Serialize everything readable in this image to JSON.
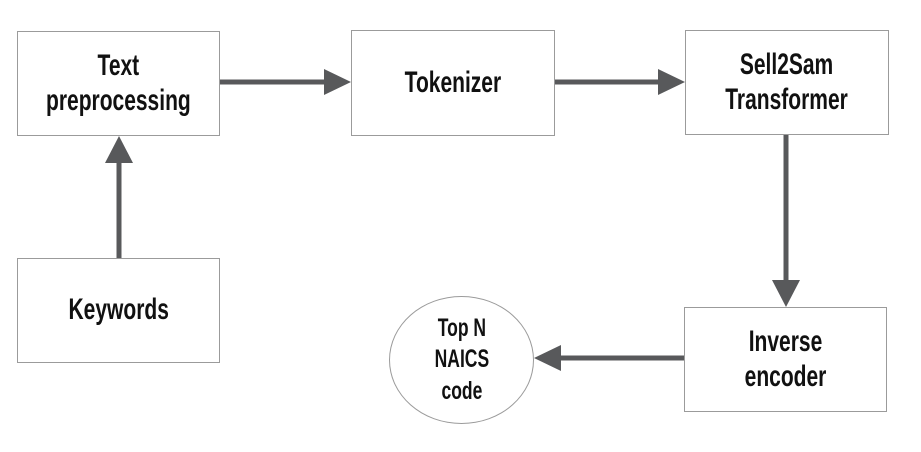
{
  "colors": {
    "bg": "#ffffff",
    "node-border": "#9b9b9b",
    "node-fill": "#ffffff",
    "arrow": "#58595b",
    "text": "#111111"
  },
  "diagram": {
    "type": "flowchart",
    "nodes": [
      {
        "id": "text-preprocessing",
        "shape": "rectangle",
        "label": "Text preprocessing"
      },
      {
        "id": "tokenizer",
        "shape": "rectangle",
        "label": "Tokenizer"
      },
      {
        "id": "sell2sam-transformer",
        "shape": "rectangle",
        "label": "Sell2Sam\nTransformer"
      },
      {
        "id": "keywords",
        "shape": "rectangle",
        "label": "Keywords"
      },
      {
        "id": "top-n-naics-code",
        "shape": "ellipse",
        "label": "Top N\nNAICS\ncode"
      },
      {
        "id": "inverse-encoder",
        "shape": "rectangle",
        "label": "Inverse encoder"
      }
    ],
    "edges": [
      {
        "from": "keywords",
        "to": "text-preprocessing",
        "direction": "up"
      },
      {
        "from": "text-preprocessing",
        "to": "tokenizer",
        "direction": "right"
      },
      {
        "from": "tokenizer",
        "to": "sell2sam-transformer",
        "direction": "right"
      },
      {
        "from": "sell2sam-transformer",
        "to": "inverse-encoder",
        "direction": "down"
      },
      {
        "from": "inverse-encoder",
        "to": "top-n-naics-code",
        "direction": "left"
      }
    ]
  }
}
